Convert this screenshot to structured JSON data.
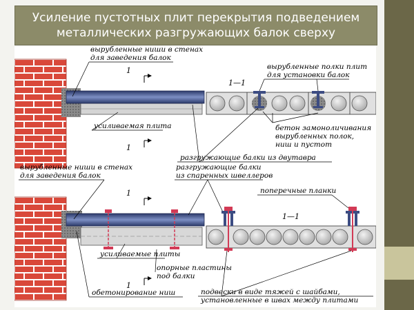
{
  "title": {
    "line1": "Усиление пустотных плит перекрытия подведением",
    "line2": "металлических разгружающих балок сверху"
  },
  "top": {
    "niches_line1": "вырубленные ниши в стенах",
    "niches_line2": "для заведения балок",
    "section_mark_1": "1",
    "section_mark_2": "1",
    "reinforced_slab": "усиливаемая плита",
    "section_title": "1—1",
    "cut_shelves_line1": "вырубленные полки плит",
    "cut_shelves_line2": "для установки балок",
    "concrete_line1": "бетон замоноличивания",
    "concrete_line2": "вырубленных полок,",
    "concrete_line3": "ниш и пустот",
    "ibeam_label": "разгружающие балки из двутавра"
  },
  "bottom": {
    "niches_line1": "вырубленные ниши в стенах",
    "niches_line2": "для заведения балок",
    "paired_line1": "разгружающие балки",
    "paired_line2": "из спаренных швеллеров",
    "section_mark_1": "1",
    "section_mark_2": "1",
    "cross_bars": "поперечные планки",
    "section_title": "1—1",
    "reinforced_slabs": "усиливаемые плиты",
    "plates_line1": "опорные пластины",
    "plates_line2": "под балки",
    "concreting": "обетонирование ниш",
    "hangers_line1": "подвески в виде тяжей с шайбами,",
    "hangers_line2": "установленные в швах между плитами"
  },
  "colors": {
    "brick": "#d9483a",
    "beam": "#4a5a8c",
    "slab": "#d0d0d0",
    "bolt": "#d23a55",
    "title_bg": "#8c8b69"
  }
}
